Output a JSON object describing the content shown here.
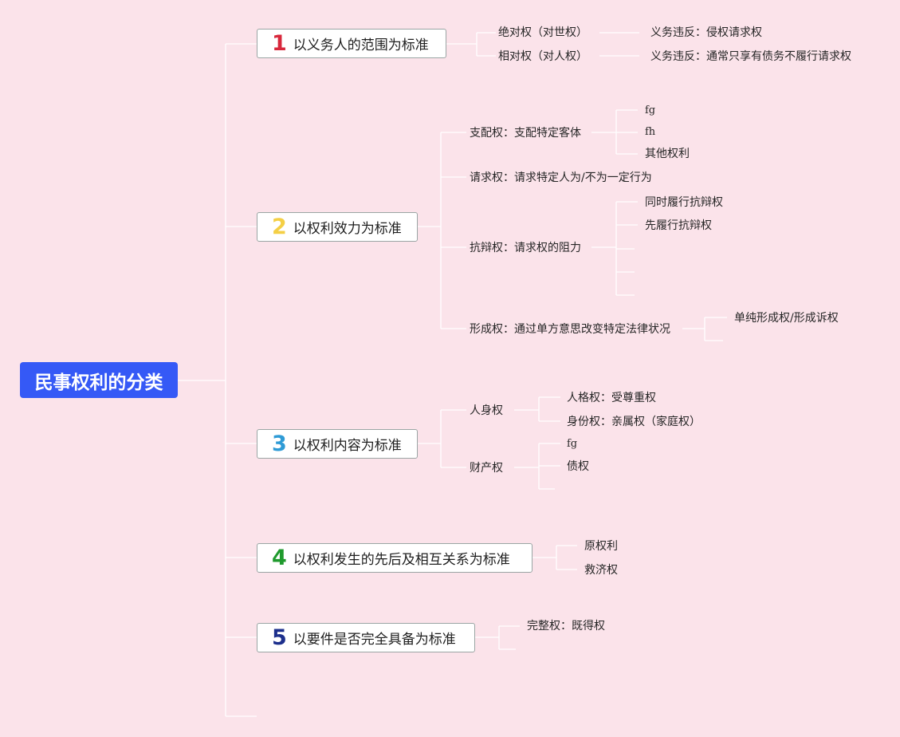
{
  "root": {
    "title": "民事权利的分类"
  },
  "colors": {
    "background": "#fbe3ea",
    "root": "#3559f6",
    "n1": "#d8283c",
    "n2": "#f4cf45",
    "n3": "#2f9bd6",
    "n4": "#1f9a2d",
    "n5": "#1c2f8c"
  },
  "branches": [
    {
      "num": "1",
      "label": "以义务人的范围为标准",
      "items": [
        {
          "label": "绝对权（对世权）",
          "detail": "义务违反：侵权请求权"
        },
        {
          "label": "相对权（对人权）",
          "detail": "义务违反：通常只享有债务不履行请求权"
        }
      ]
    },
    {
      "num": "2",
      "label": "以权利效力为标准",
      "items": [
        {
          "label": "支配权：支配特定客体",
          "children": [
            "fg",
            "fh",
            "其他权利"
          ]
        },
        {
          "label": "请求权：请求特定人为/不为一定行为"
        },
        {
          "label": "抗辩权：请求权的阻力",
          "children": [
            "同时履行抗辩权",
            "先履行抗辩权"
          ]
        },
        {
          "label": "形成权：通过单方意思改变特定法律状况",
          "children": [
            "单纯形成权/形成诉权"
          ]
        }
      ]
    },
    {
      "num": "3",
      "label": "以权利内容为标准",
      "items": [
        {
          "label": "人身权",
          "children": [
            "人格权：受尊重权",
            "身份权：亲属权（家庭权）"
          ]
        },
        {
          "label": "财产权",
          "children": [
            "fg",
            "债权"
          ]
        }
      ]
    },
    {
      "num": "4",
      "label": "以权利发生的先后及相互关系为标准",
      "items": [
        {
          "label": "原权利"
        },
        {
          "label": "救济权"
        }
      ]
    },
    {
      "num": "5",
      "label": "以要件是否完全具备为标准",
      "items": [
        {
          "label": "完整权：既得权"
        }
      ]
    }
  ]
}
